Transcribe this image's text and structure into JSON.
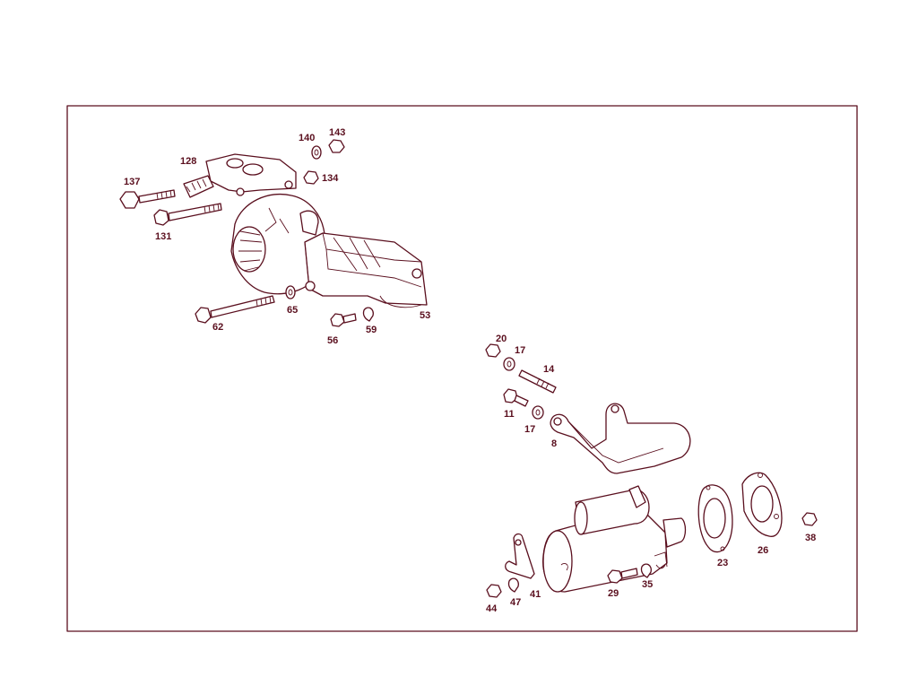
{
  "diagram": {
    "line_color": "#5a0f1e",
    "background": "#ffffff",
    "labels": {
      "p140": "140",
      "p143": "143",
      "p128": "128",
      "p134": "134",
      "p137": "137",
      "p131": "131",
      "p65": "65",
      "p62": "62",
      "p53": "53",
      "p56": "56",
      "p59": "59",
      "p20": "20",
      "p17a": "17",
      "p14": "14",
      "p11": "11",
      "p17b": "17",
      "p8": "8",
      "p44": "44",
      "p47": "47",
      "p41": "41",
      "p29": "29",
      "p35": "35",
      "p23": "23",
      "p26": "26",
      "p38": "38"
    }
  }
}
